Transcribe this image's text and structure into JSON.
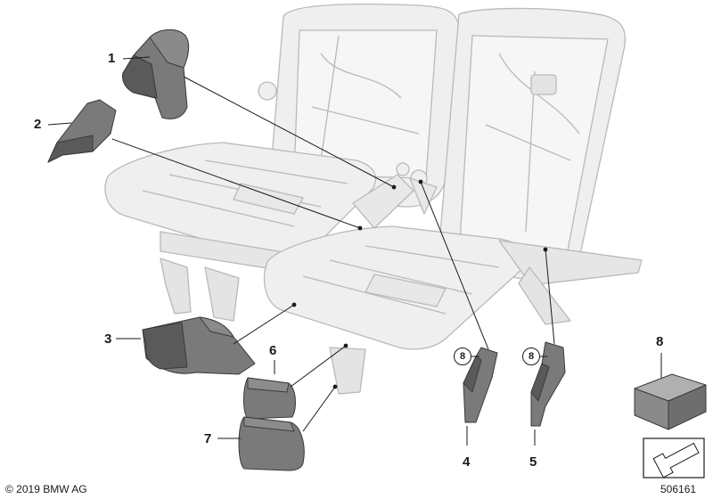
{
  "callouts": {
    "p1": "1",
    "p2": "2",
    "p3": "3",
    "p4": "4",
    "p5": "5",
    "p6": "6",
    "p7": "7",
    "p8": "8",
    "p8_circle_left": "8",
    "p8_circle_right": "8"
  },
  "footer": {
    "copyright": "© 2019 BMW AG",
    "diagram_number": "506161"
  },
  "colors": {
    "frame_stroke": "#b9b9b9",
    "frame_fill": "#efefef",
    "part_fill": "#7a7a7a",
    "part_dark": "#555555",
    "leader_line": "#1a1a1a"
  }
}
